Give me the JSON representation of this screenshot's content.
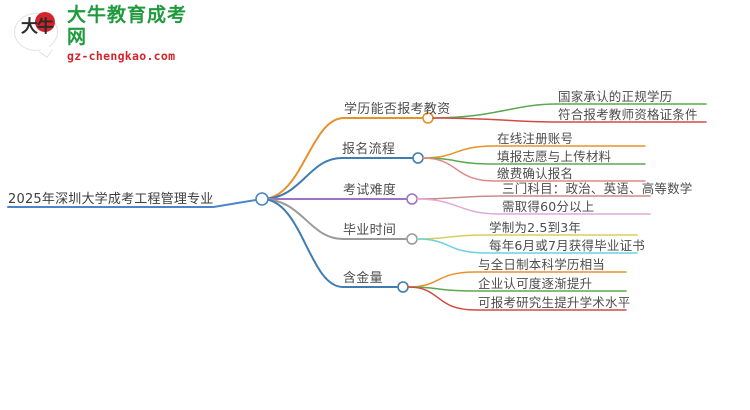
{
  "logo": {
    "mark_text": "大牛",
    "title": "大牛教育成考网",
    "subtitle": "gz-chengkao.com",
    "brand_green": "#1f9a3d",
    "brand_red": "#d4232a"
  },
  "mindmap": {
    "root": {
      "label": "2025年深圳大学成考工程管理专业",
      "color": "#4a86c5"
    },
    "branches": [
      {
        "label": "学历能否报考教资",
        "color": "#e8912a",
        "children": [
          {
            "label": "国家承认的正规学历",
            "color": "#5aa84f"
          },
          {
            "label": "符合报考教师资格证条件",
            "color": "#d14b45"
          }
        ]
      },
      {
        "label": "报名流程",
        "color": "#3e7cb1",
        "children": [
          {
            "label": "在线注册账号",
            "color": "#e8912a"
          },
          {
            "label": "填报志愿与上传材料",
            "color": "#5aa84f"
          },
          {
            "label": "缴费确认报名",
            "color": "#e08a8a"
          }
        ]
      },
      {
        "label": "考试难度",
        "color": "#9b72c4",
        "children": [
          {
            "label": "三门科目：政治、英语、高等数学",
            "color": "#c98b8b"
          },
          {
            "label": "需取得60分以上",
            "color": "#e3a9d8"
          }
        ]
      },
      {
        "label": "毕业时间",
        "color": "#9a9a9a",
        "children": [
          {
            "label": "学制为2.5到3年",
            "color": "#d8cf5a"
          },
          {
            "label": "每年6月或7月获得毕业证书",
            "color": "#6fd0e0"
          }
        ]
      },
      {
        "label": "含金量",
        "color": "#3e7cb1",
        "children": [
          {
            "label": "与全日制本科学历相当",
            "color": "#e8912a"
          },
          {
            "label": "企业认可度逐渐提升",
            "color": "#5aa84f"
          },
          {
            "label": "可报考研究生提升学术水平",
            "color": "#d14b45"
          }
        ]
      }
    ]
  }
}
